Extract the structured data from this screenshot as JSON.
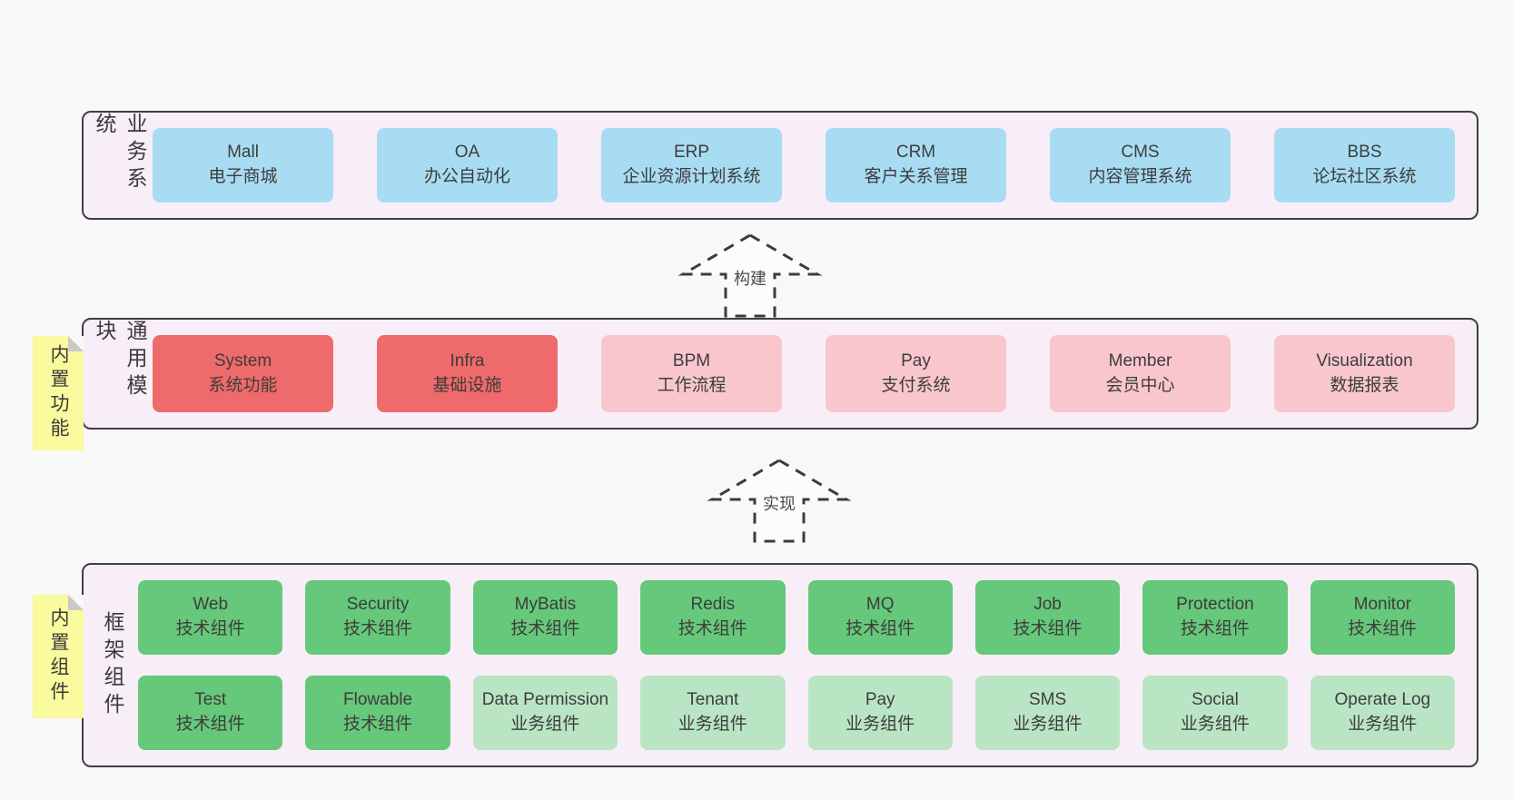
{
  "colors": {
    "blue": "#a8dcf2",
    "red": "#ef6a6a",
    "pink": "#f9c6ce",
    "green": "#66c87a",
    "lightgreen": "#bae5c4",
    "note_yellow": "#fafa9e",
    "container_fill": "#f8eef7",
    "border": "#3f3f3f"
  },
  "arrows": [
    {
      "label": "构建"
    },
    {
      "label": "实现"
    }
  ],
  "layers": [
    {
      "label": "业务系统",
      "note": null,
      "rows": [
        [
          {
            "name": "Mall",
            "desc": "电子商城",
            "color": "blue"
          },
          {
            "name": "OA",
            "desc": "办公自动化",
            "color": "blue"
          },
          {
            "name": "ERP",
            "desc": "企业资源计划系统",
            "color": "blue"
          },
          {
            "name": "CRM",
            "desc": "客户关系管理",
            "color": "blue"
          },
          {
            "name": "CMS",
            "desc": "内容管理系统",
            "color": "blue"
          },
          {
            "name": "BBS",
            "desc": "论坛社区系统",
            "color": "blue"
          }
        ]
      ]
    },
    {
      "label": "通用模块",
      "note": "内置功能",
      "rows": [
        [
          {
            "name": "System",
            "desc": "系统功能",
            "color": "red"
          },
          {
            "name": "Infra",
            "desc": "基础设施",
            "color": "red"
          },
          {
            "name": "BPM",
            "desc": "工作流程",
            "color": "pink"
          },
          {
            "name": "Pay",
            "desc": "支付系统",
            "color": "pink"
          },
          {
            "name": "Member",
            "desc": "会员中心",
            "color": "pink"
          },
          {
            "name": "Visualization",
            "desc": "数据报表",
            "color": "pink"
          }
        ]
      ]
    },
    {
      "label": "框架组件",
      "note": "内置组件",
      "rows": [
        [
          {
            "name": "Web",
            "desc": "技术组件",
            "color": "green"
          },
          {
            "name": "Security",
            "desc": "技术组件",
            "color": "green"
          },
          {
            "name": "MyBatis",
            "desc": "技术组件",
            "color": "green"
          },
          {
            "name": "Redis",
            "desc": "技术组件",
            "color": "green"
          },
          {
            "name": "MQ",
            "desc": "技术组件",
            "color": "green"
          },
          {
            "name": "Job",
            "desc": "技术组件",
            "color": "green"
          },
          {
            "name": "Protection",
            "desc": "技术组件",
            "color": "green"
          },
          {
            "name": "Monitor",
            "desc": "技术组件",
            "color": "green"
          }
        ],
        [
          {
            "name": "Test",
            "desc": "技术组件",
            "color": "green"
          },
          {
            "name": "Flowable",
            "desc": "技术组件",
            "color": "green"
          },
          {
            "name": "Data Permission",
            "desc": "业务组件",
            "color": "lightgreen"
          },
          {
            "name": "Tenant",
            "desc": "业务组件",
            "color": "lightgreen"
          },
          {
            "name": "Pay",
            "desc": "业务组件",
            "color": "lightgreen"
          },
          {
            "name": "SMS",
            "desc": "业务组件",
            "color": "lightgreen"
          },
          {
            "name": "Social",
            "desc": "业务组件",
            "color": "lightgreen"
          },
          {
            "name": "Operate Log",
            "desc": "业务组件",
            "color": "lightgreen"
          }
        ]
      ]
    }
  ]
}
